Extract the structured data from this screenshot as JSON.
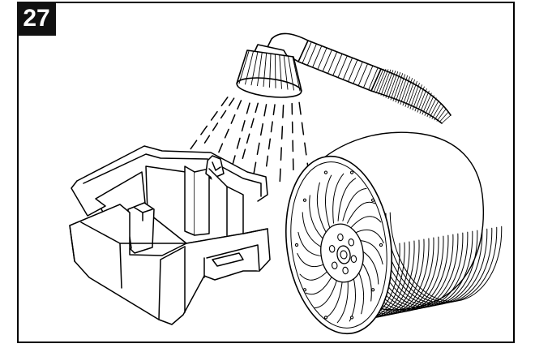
{
  "figure": {
    "step_number": "27",
    "colors": {
      "ink": "#000000",
      "paper": "#ffffff",
      "badge_bg": "#111111",
      "badge_text": "#ffffff"
    },
    "parts": [
      "shower-head",
      "hose",
      "water-spray",
      "water-tray",
      "evaporator-drum"
    ]
  }
}
